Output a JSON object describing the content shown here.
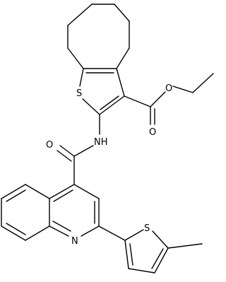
{
  "molecule": {
    "atom_labels": {
      "s_thiophene_fused": "S",
      "o_ester_ether": "O",
      "o_ester_carbonyl": "O",
      "o_amide": "O",
      "nh_amide": "NH",
      "n_quinoline": "N",
      "s_thiophene_methyl": "S"
    }
  }
}
